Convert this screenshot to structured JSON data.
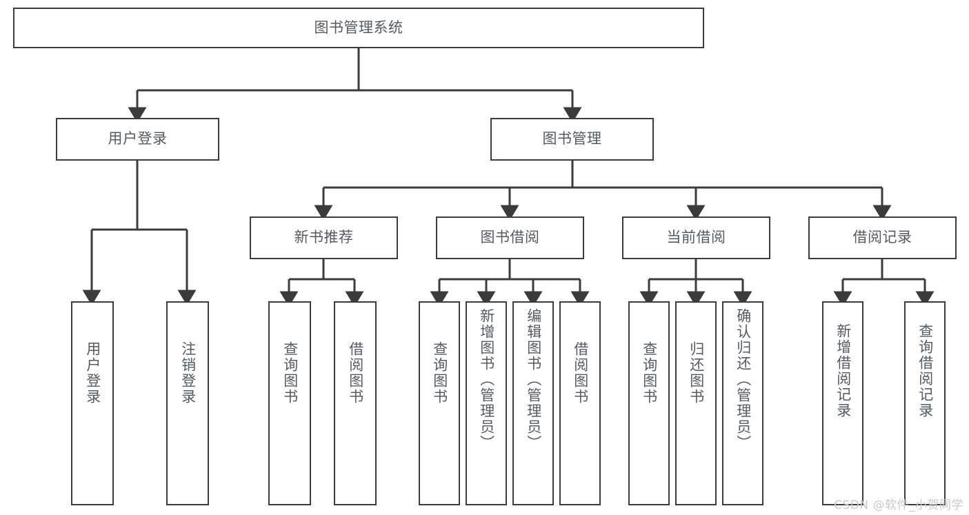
{
  "diagram": {
    "title": "图书管理系统",
    "type": "tree-hierarchy",
    "watermark": "CSDN @软件_小贺同学",
    "colors": {
      "background": "#ffffff",
      "box_border": "#3b3b3b",
      "box_fill": "#ffffff",
      "text": "#555a60",
      "connector": "#3b3b3b",
      "watermark": "#c9c9c9"
    },
    "levels": {
      "root": {
        "label": "图书管理系统"
      },
      "level2": [
        {
          "label": "用户登录"
        },
        {
          "label": "图书管理"
        }
      ],
      "level3": [
        {
          "label": "新书推荐"
        },
        {
          "label": "图书借阅"
        },
        {
          "label": "当前借阅"
        },
        {
          "label": "借阅记录"
        }
      ]
    },
    "leaves": {
      "under_user_login": [
        {
          "label": "用户登录"
        },
        {
          "label": "注销登录"
        }
      ],
      "under_new_book_recommend": [
        {
          "label": "查询图书"
        },
        {
          "label": "借阅图书"
        }
      ],
      "under_book_borrow": [
        {
          "label": "查询图书"
        },
        {
          "label": "新增图书（管理员）"
        },
        {
          "label": "编辑图书（管理员）"
        },
        {
          "label": "借阅图书"
        }
      ],
      "under_current_borrow": [
        {
          "label": "查询图书"
        },
        {
          "label": "归还图书"
        },
        {
          "label": "确认归还（管理员）"
        }
      ],
      "under_borrow_record": [
        {
          "label": "新增借阅记录"
        },
        {
          "label": "查询借阅记录"
        }
      ]
    }
  }
}
